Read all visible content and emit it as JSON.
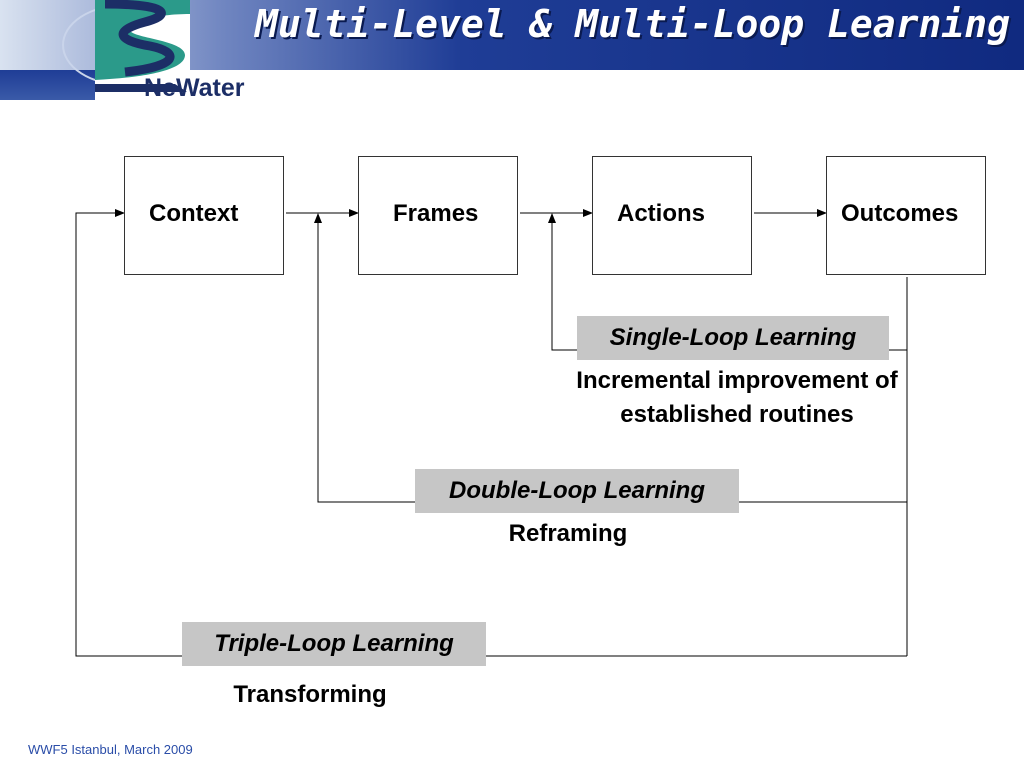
{
  "header": {
    "title": "Multi-Level & Multi-Loop Learning",
    "logo_text_ne": "Ne",
    "logo_text_water": "Water"
  },
  "nodes": [
    "Context",
    "Frames",
    "Actions",
    "Outcomes"
  ],
  "loops": {
    "single": {
      "label": "Single-Loop Learning",
      "description_line1": "Incremental improvement of",
      "description_line2": "established routines"
    },
    "double": {
      "label": "Double-Loop Learning",
      "description": "Reframing"
    },
    "triple": {
      "label": "Triple-Loop Learning",
      "description": "Transforming"
    }
  },
  "footer": {
    "text": "WWF5 Istanbul, March 2009"
  },
  "colors": {
    "header_blue": "#102a80",
    "label_gray": "#c6c6c6",
    "footer_blue": "#2a4da8"
  }
}
